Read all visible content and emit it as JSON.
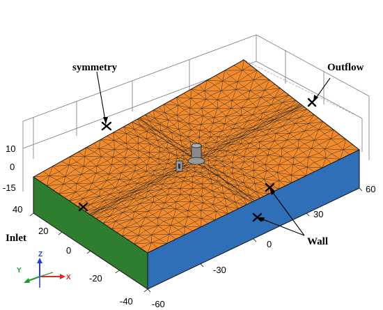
{
  "labels": {
    "symmetry": "symmetry",
    "outflow": "Outflow",
    "inlet": "Inlet",
    "wall": "Wall"
  },
  "z_ticks": [
    "10",
    "0",
    "-15"
  ],
  "y_ticks": [
    "40",
    "20",
    "0",
    "-20",
    "-40"
  ],
  "x_ticks": [
    "60",
    "30",
    "0",
    "-30",
    "-60"
  ],
  "triad": {
    "x": "X",
    "y": "Y",
    "z": "Z"
  },
  "colors": {
    "top_face": "#f08a2c",
    "side_inlet": "#2f7d2f",
    "side_wall": "#2f6fb8",
    "mesh": "#222222",
    "axis_x": "#e8251f",
    "axis_y": "#1a9c2a",
    "axis_z": "#1f3fd6"
  }
}
